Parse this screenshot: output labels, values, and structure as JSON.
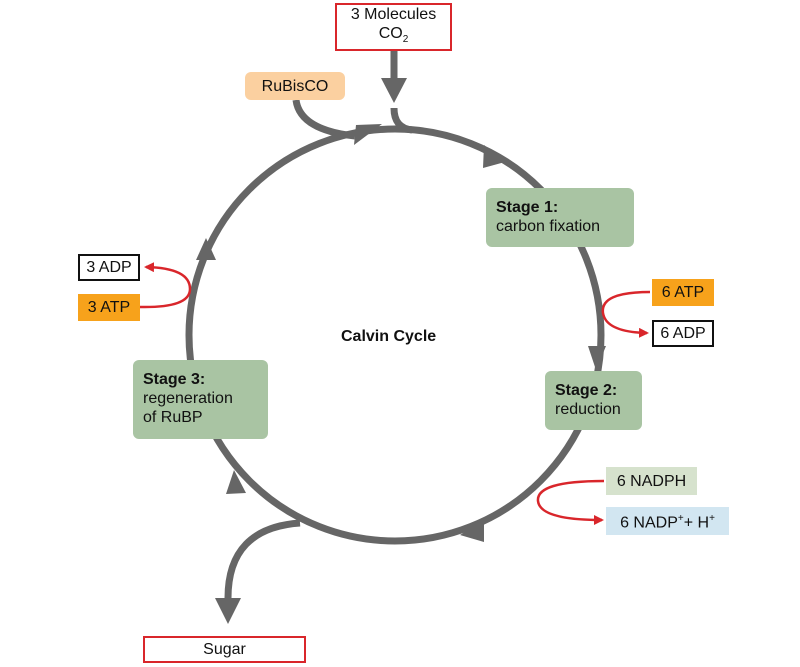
{
  "title": "Calvin Cycle",
  "co2": {
    "line1": "3 Molecules",
    "line2": "CO",
    "sub": "2"
  },
  "rubisco": "RuBisCO",
  "stage1": {
    "title": "Stage 1:",
    "desc": "carbon fixation"
  },
  "stage2": {
    "title": "Stage 2:",
    "desc": "reduction"
  },
  "stage3": {
    "title": "Stage 3:",
    "desc1": "regeneration",
    "desc2": "of RuBP"
  },
  "atp_in_right": "6 ATP",
  "adp_out_right": "6 ADP",
  "atp_in_left": "3 ATP",
  "adp_out_left": "3 ADP",
  "nadph": "6 NADPH",
  "nadp": {
    "base": "6 NADP",
    "sup1": "+",
    "plus": "+ H",
    "sup2": "+"
  },
  "sugar": "Sugar",
  "colors": {
    "cycle": "#666666",
    "red_arrow": "#d9262b",
    "orange": "#f7a21b",
    "stage_green": "#a9c4a3",
    "peach": "#fbd0a0",
    "light_green": "#d6e2cd",
    "light_blue": "#d2e6f1"
  }
}
